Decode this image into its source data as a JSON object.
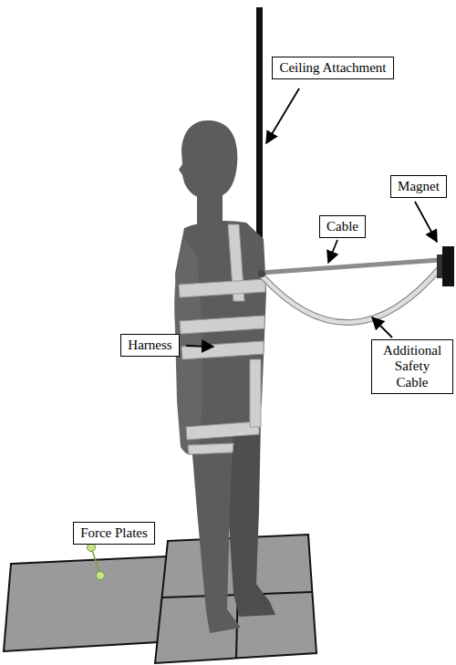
{
  "diagram": {
    "nodes": [
      {
        "text": [
          "Ceiling Attachment"
        ]
      },
      {
        "text": [
          "Magnet"
        ]
      },
      {
        "text": [
          "Cable"
        ]
      },
      {
        "text": [
          "Harness"
        ]
      },
      {
        "text": [
          "Additional Safety Cable"
        ]
      },
      {
        "text": [
          "Force Plates"
        ]
      }
    ]
  }
}
